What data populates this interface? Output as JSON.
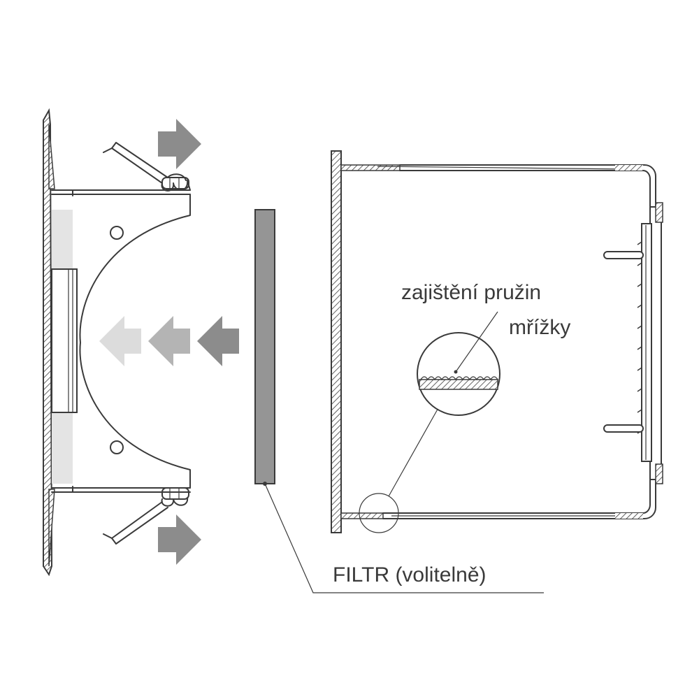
{
  "labels": {
    "spring_lock": "zajištění pružin",
    "grille": "mřížky",
    "filter": "FILTR (volitelně)"
  },
  "colors": {
    "line": "#3a3a3a",
    "arrow_dark": "#8c8c8c",
    "arrow_mid": "#b4b4b4",
    "arrow_light": "#dcdcdc",
    "filter_fill": "#959595",
    "light_panel": "#e4e4e4"
  },
  "icons": {
    "flow_arrow": "flow-arrow-icon",
    "mount_hole": "mount-hole-icon"
  }
}
